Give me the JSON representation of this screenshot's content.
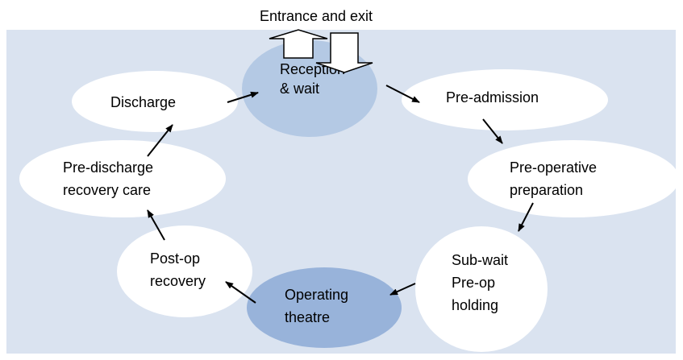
{
  "title": "Entrance and exit",
  "colors": {
    "background": "#dae3f0",
    "node_default": "#ffffff",
    "node_highlight_reception": "#b4c9e4",
    "node_highlight_theatre": "#98b3da",
    "arrow": "#000000"
  },
  "nodes": [
    {
      "id": "reception",
      "lines": [
        "Reception",
        "& wait"
      ]
    },
    {
      "id": "pre-admission",
      "lines": [
        "Pre-admission"
      ]
    },
    {
      "id": "pre-operative",
      "lines": [
        "Pre-operative",
        "preparation"
      ]
    },
    {
      "id": "sub-wait",
      "lines": [
        "Sub-wait",
        "Pre-op",
        "holding"
      ]
    },
    {
      "id": "operating-theatre",
      "lines": [
        "Operating",
        "theatre"
      ]
    },
    {
      "id": "post-op",
      "lines": [
        "Post-op",
        "recovery"
      ]
    },
    {
      "id": "pre-discharge",
      "lines": [
        "Pre-discharge",
        "recovery care"
      ]
    },
    {
      "id": "discharge",
      "lines": [
        "Discharge"
      ]
    }
  ],
  "edges": [
    {
      "from": "reception",
      "to": "pre-admission"
    },
    {
      "from": "pre-admission",
      "to": "pre-operative"
    },
    {
      "from": "pre-operative",
      "to": "sub-wait"
    },
    {
      "from": "sub-wait",
      "to": "operating-theatre"
    },
    {
      "from": "operating-theatre",
      "to": "post-op"
    },
    {
      "from": "post-op",
      "to": "pre-discharge"
    },
    {
      "from": "pre-discharge",
      "to": "discharge"
    },
    {
      "from": "discharge",
      "to": "reception"
    }
  ]
}
